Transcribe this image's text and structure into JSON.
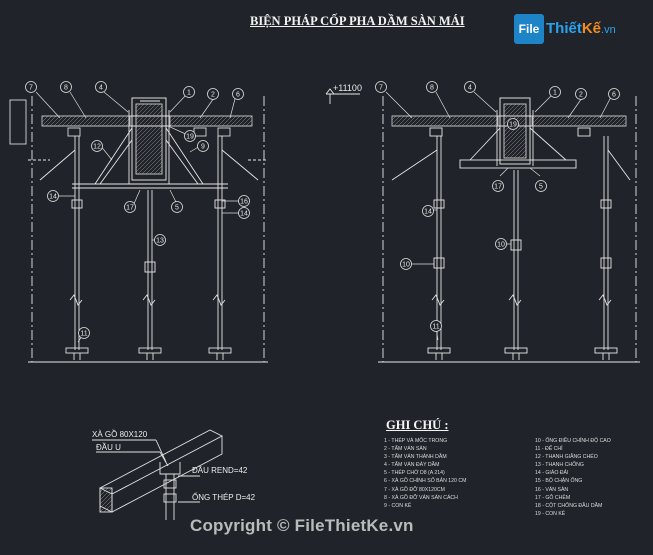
{
  "title": "BIỆN PHÁP CỐP PHA DẦM SÀN MÁI",
  "logo": {
    "badge": "File",
    "name_part1": "Thiết",
    "name_part2": "Kế",
    "domain": ".vn"
  },
  "level_mark": "+11100",
  "detail_labels": {
    "purlin": "XÀ GỒ 80X120",
    "u_head": "ĐẦU U",
    "end_head": "ĐẦU REND=42",
    "steel_pipe": "ỐNG THÉP D=42"
  },
  "notes_title": "GHI CHÚ :",
  "notes_left": [
    "1 - THÉP VÀ MỐC TRONG",
    "2 - TẤM VÁN SÀN",
    "3 - TẤM VÁN THÀNH DẦM",
    "4 - TẤM VÁN ĐÁY DẦM",
    "5 - THÉP CHỜ D8 (A 214)",
    "6 - XÀ GỒ CHÍNH SỐ BẢN 120 CM",
    "7 - XÀ GỒ ĐỠ 80X120CM",
    "8 - XÀ GỒ ĐỠ VÁN SÀN CÁCH",
    "9 - CON KÊ"
  ],
  "notes_right": [
    "10 - ỐNG ĐIỀU CHỈNH ĐỘ CAO",
    "11 - ĐẾ CHỈ",
    "12 - THANH GIẰNG CHÉO",
    "13 - THANH CHỐNG",
    "14 - GIÁO ĐẢI",
    "15 - BỘ CHẬN ỐNG",
    "16 - VÁN SÀN",
    "17 - GỖ CHÊM",
    "18 - CỘT CHỐNG ĐẦU DẦM",
    "19 - CON KÊ"
  ],
  "element_numbers": {
    "left": [
      "7",
      "8",
      "4",
      "1",
      "2",
      "6",
      "12",
      "9",
      "19",
      "17",
      "5",
      "14",
      "16",
      "14",
      "13",
      "11"
    ],
    "right": [
      "7",
      "8",
      "4",
      "1",
      "2",
      "6",
      "19",
      "17",
      "5",
      "14",
      "10",
      "10",
      "11"
    ]
  },
  "watermark": "Copyright © FileThietKe.vn"
}
